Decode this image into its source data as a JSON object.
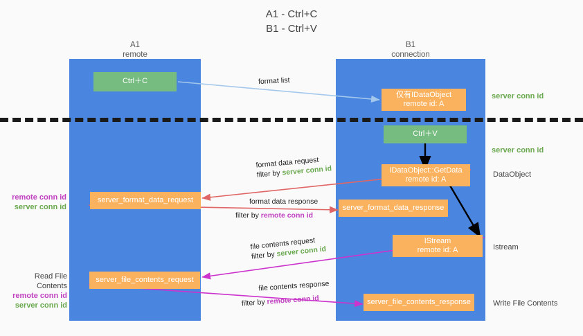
{
  "title": "A1 - Ctrl+C\nB1 - Ctrl+V",
  "columns": {
    "left": {
      "header": "A1\nremote"
    },
    "right": {
      "header": "B1\nconnection"
    }
  },
  "nodes": {
    "ctrl_c": {
      "label": "Ctrl＋C"
    },
    "ctrl_v": {
      "label": "Ctrl＋V"
    },
    "idataobject_only": {
      "label": "仅有IDataObject\nremote id: A"
    },
    "getdata": {
      "label": "IDataObject::GetData\nremote id: A"
    },
    "istream": {
      "label": "IStream\nremote id: A"
    },
    "server_format_data_request": {
      "label": "server_format_data_request"
    },
    "server_format_data_response": {
      "label": "server_format_data_response"
    },
    "server_file_contents_request": {
      "label": "server_file_contents_request"
    },
    "server_file_contents_response": {
      "label": "server_file_contents_response"
    }
  },
  "edges": {
    "format_list": {
      "line1": "format list"
    },
    "format_data_request": {
      "line1": "format data request",
      "filter_prefix": "filter by ",
      "filter_value": "server conn id"
    },
    "format_data_response": {
      "line1": "format data response",
      "filter_prefix": "filter by ",
      "filter_value": "remote conn id"
    },
    "file_contents_request": {
      "line1": "file contents request",
      "filter_prefix": "filter by ",
      "filter_value": "server conn id"
    },
    "file_contents_response": {
      "line1": "file contents response",
      "filter_prefix": "filter by ",
      "filter_value": "remote conn id"
    }
  },
  "annotations": {
    "left_mid": {
      "remote": "remote conn id",
      "server": "server conn id"
    },
    "left_bottom": {
      "title": "Read File Contents",
      "remote": "remote conn id",
      "server": "server conn id"
    },
    "right_top_server": "server conn id",
    "right_second_server": "server conn id",
    "right_dataobject": "DataObject",
    "right_istream": "Istream",
    "right_write_file": "Write File Contents"
  },
  "colors": {
    "lane": "#4a86e0",
    "green_node": "#76bb7f",
    "orange_node": "#fbb25f",
    "green_text": "#6aa84f",
    "purple_text": "#c040c0",
    "light_blue_arrow": "#a4c8ec",
    "red_arrow": "#e06666",
    "magenta_arrow": "#cc33cc",
    "black_arrow": "#000000"
  }
}
